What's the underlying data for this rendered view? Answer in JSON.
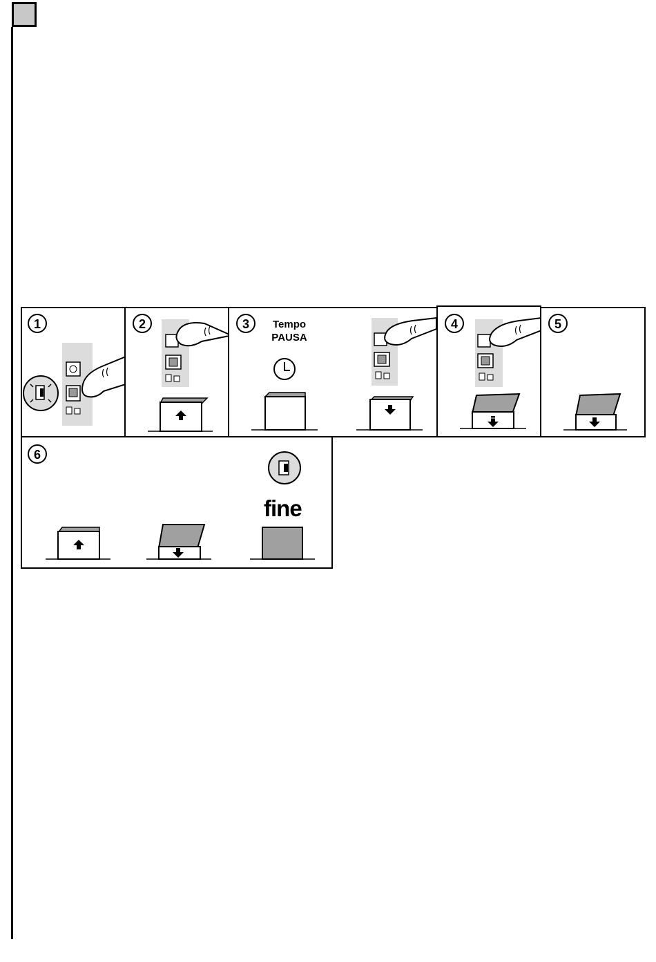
{
  "steps": [
    {
      "number": "1"
    },
    {
      "number": "2"
    },
    {
      "number": "3",
      "label_line1": "Tempo",
      "label_line2": "PAUSA"
    },
    {
      "number": "4"
    },
    {
      "number": "5"
    },
    {
      "number": "6",
      "end_label": "fine"
    }
  ],
  "colors": {
    "line": "#000000",
    "lid_fill": "#a0a0a0",
    "control_strip": "#dcdcdc",
    "marker_square": "#c8c8c8"
  },
  "icons": [
    "finger-icon",
    "clock-icon",
    "arrow-up-icon",
    "arrow-down-icon",
    "door-icon",
    "lid-icon"
  ]
}
